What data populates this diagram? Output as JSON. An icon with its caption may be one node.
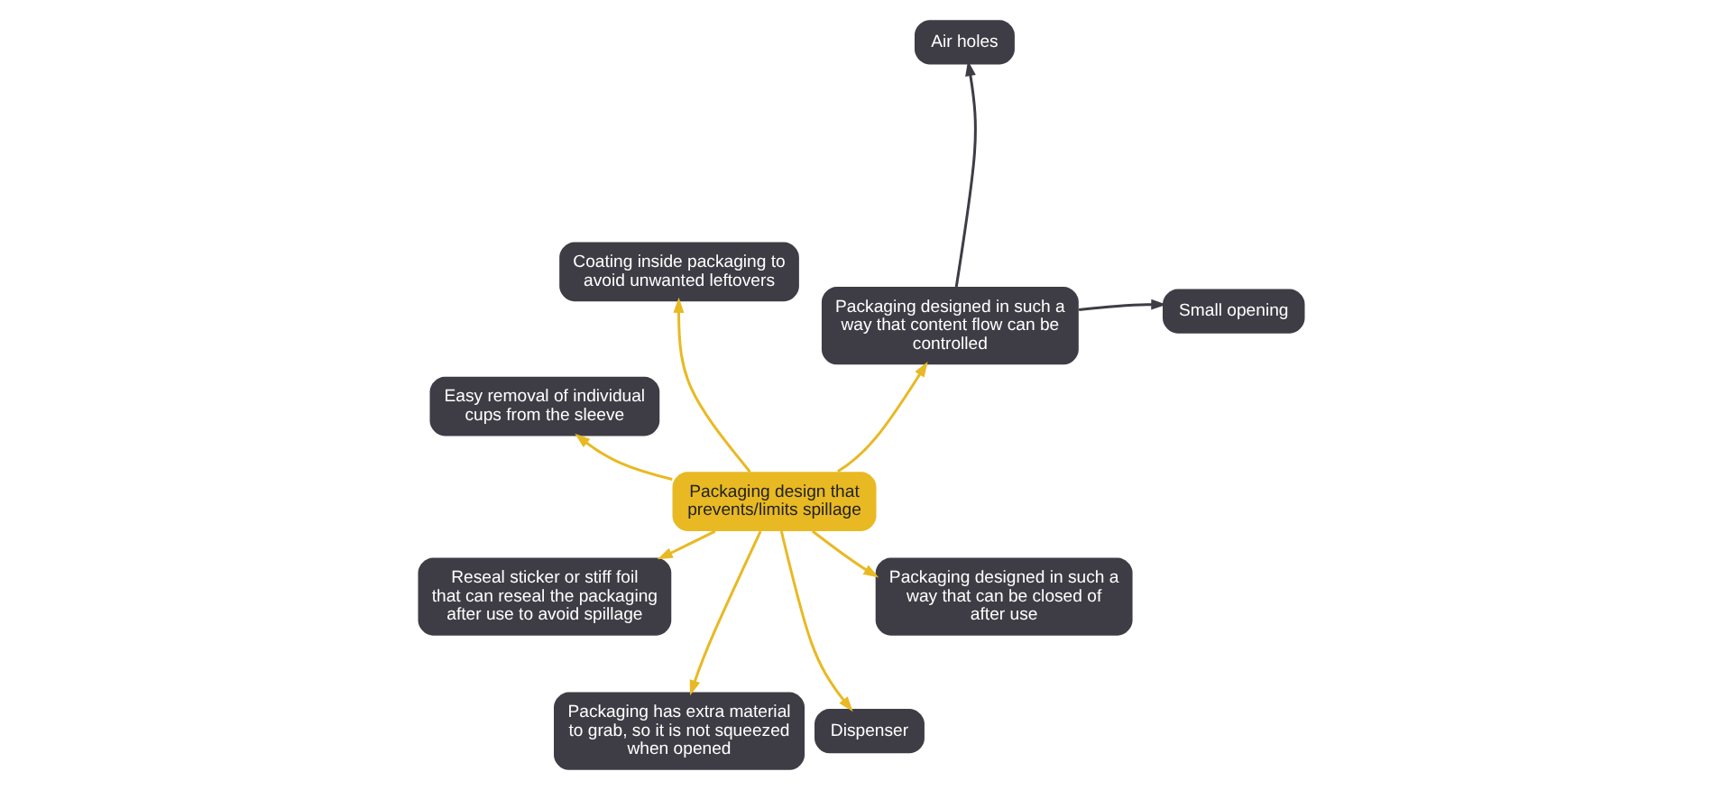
{
  "diagram": {
    "nodes": [
      {
        "text": [
          "Packaging design that prevents/limits spillage"
        ]
      },
      {
        "text": [
          "Packaging designed in such a way that content flow can be controlled"
        ]
      },
      {
        "text": [
          "Small opening"
        ]
      },
      {
        "text": [
          "Air holes"
        ]
      },
      {
        "text": [
          "Coating inside packaging to avoid unwanted leftovers"
        ]
      },
      {
        "text": [
          "Easy removal of individual cups from the sleeve"
        ]
      },
      {
        "text": [
          "Reseal sticker or stiff foil that can reseal the packaging after use to avoid spillage"
        ]
      },
      {
        "text": [
          "Packaging has extra material to grab, so it is not squeezed when opened"
        ]
      },
      {
        "text": [
          "Dispenser"
        ]
      },
      {
        "text": [
          "Packaging designed in such a way that can be closed of after use"
        ]
      }
    ],
    "edges": [
      {
        "from": 0,
        "to": 1,
        "arrow": "to"
      },
      {
        "from": 1,
        "to": 2,
        "arrow": "to",
        "color": "#3e3d45"
      },
      {
        "from": 1,
        "to": 3,
        "arrow": "to",
        "color": "#3e3d45"
      },
      {
        "from": 0,
        "to": 4,
        "arrow": "to"
      },
      {
        "from": 0,
        "to": 5,
        "arrow": "to"
      },
      {
        "from": 0,
        "to": 6,
        "arrow": "to"
      },
      {
        "from": 0,
        "to": 7,
        "arrow": "to"
      },
      {
        "from": 0,
        "to": 8,
        "arrow": "to"
      },
      {
        "from": 0,
        "to": 9,
        "arrow": "to"
      }
    ]
  }
}
